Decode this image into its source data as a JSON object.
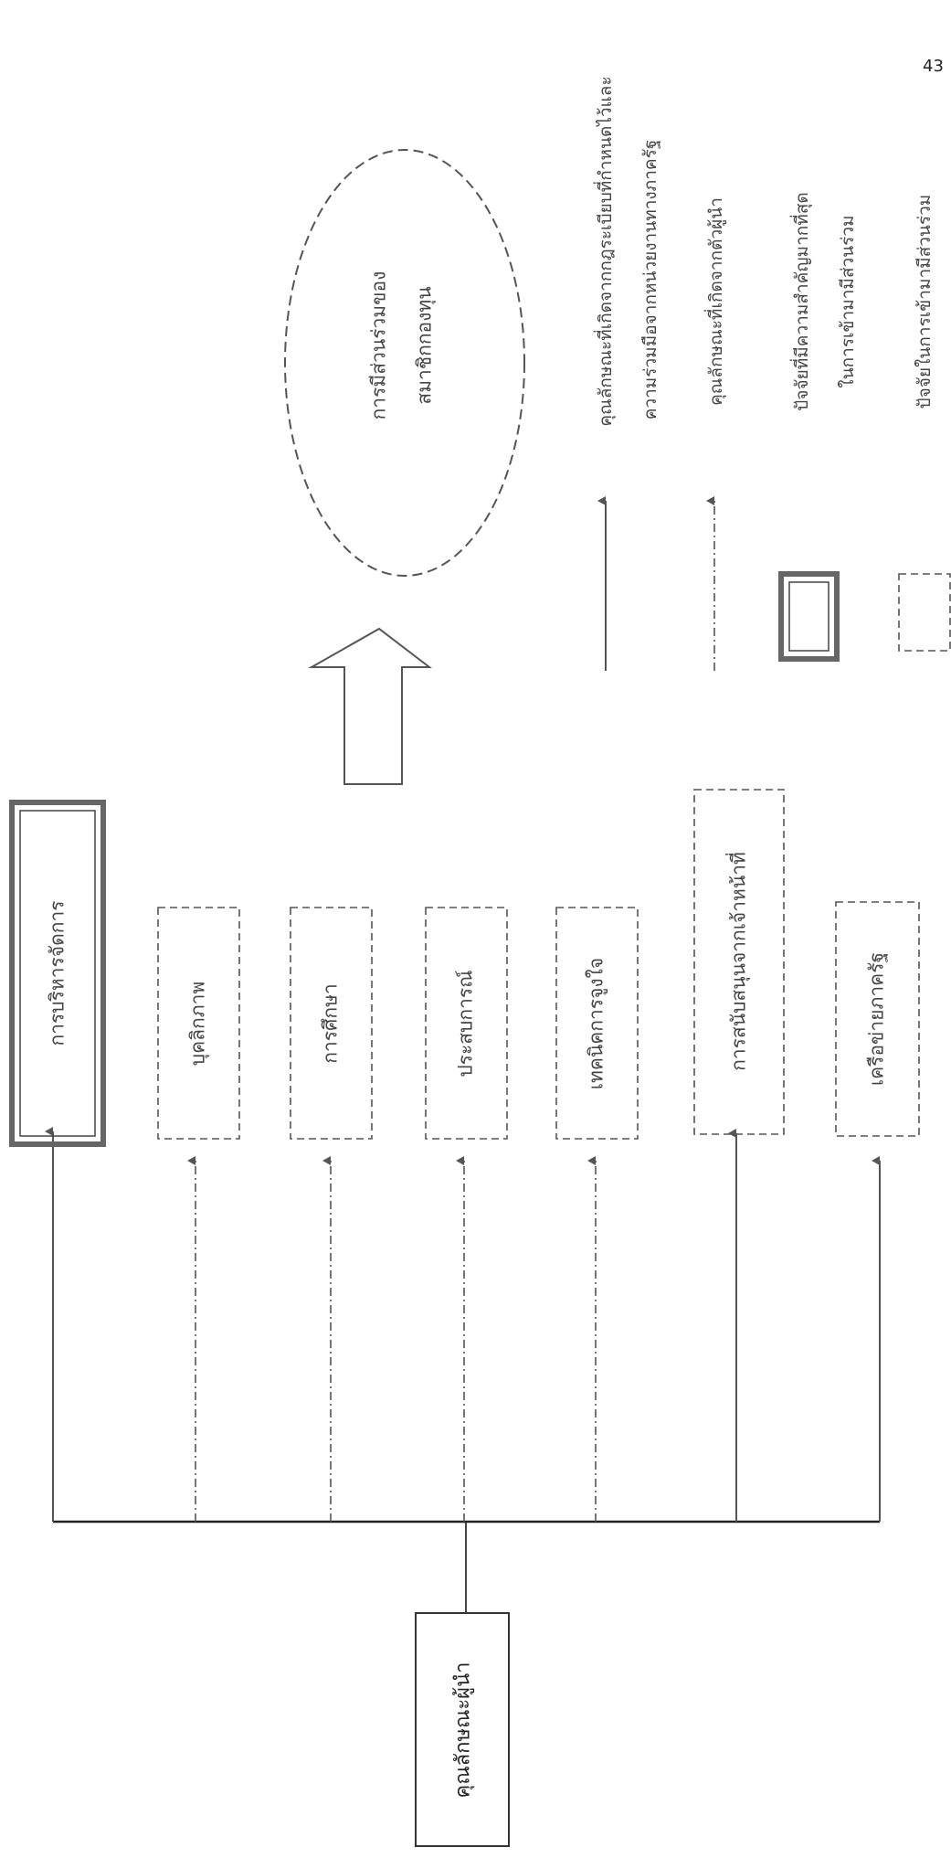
{
  "page_number": "43",
  "leader_box_label": "คุณลักษณะผู้นำ",
  "outcome": {
    "line1": "การมีส่วนร่วมของ",
    "line2": "สมาชิกกองทุน"
  },
  "factors": [
    "การบริหารจัดการ",
    "บุคลิกภาพ",
    "การศึกษา",
    "ประสบการณ์",
    "เทคนิคการจูงใจ",
    "การสนับสนุนจากเจ้าหน้าที่",
    "เครือข่ายภาครัฐ"
  ],
  "legend": {
    "solid_arrow_line1": "คุณลักษณะที่เกิดจากกฎระเบียบที่กำหนดไว้และ",
    "solid_arrow_line2": "ความร่วมมือจากหน่วยงานทางภาครัฐ",
    "dashdot_arrow": "คุณลักษณะที่เกิดจากตัวผู้นำ",
    "double_box_line1": "ปัจจัยที่มีความสำคัญมากที่สุด",
    "double_box_line2": "ในการเข้ามามีส่วนร่วม",
    "dashed_box": "ปัจจัยในการเข้ามามีส่วนร่วม"
  }
}
